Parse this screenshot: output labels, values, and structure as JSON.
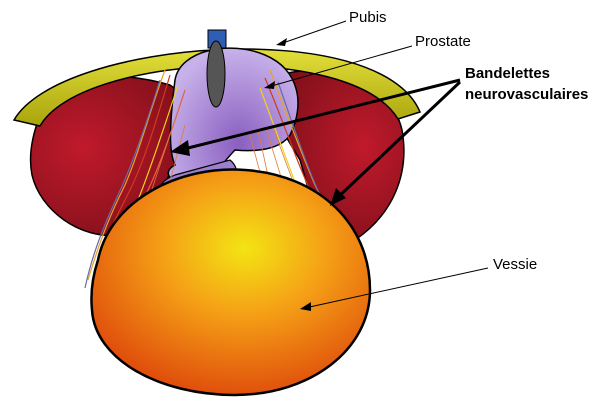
{
  "labels": {
    "pubis": "Pubis",
    "prostate": "Prostate",
    "bandelettes_line1": "Bandelettes",
    "bandelettes_line2": "neurovasculaires",
    "vessie": "Vessie"
  },
  "colors": {
    "pubis": "#c8c414",
    "pubis_symphysis": "#2f5fb5",
    "muscle": "#a11422",
    "prostate": "#a88ad6",
    "bladder_center": "#f3e414",
    "bladder_edge": "#e0500c",
    "urethra": "#555555"
  }
}
